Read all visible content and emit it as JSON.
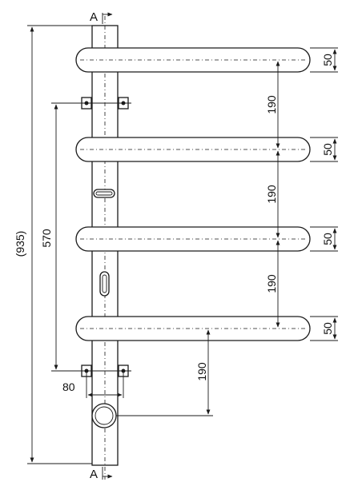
{
  "section_marks": {
    "top": "A",
    "bottom": "A"
  },
  "dimensions": {
    "overall_height": "(935)",
    "mount_spacing": "570",
    "mount_width": "80",
    "bar_spacing": [
      "190",
      "190",
      "190"
    ],
    "bar_diameters": [
      "50",
      "50",
      "50",
      "50"
    ],
    "bottom_bar_to_inlet": "190"
  },
  "colors": {
    "line": "#1a1a1a",
    "background": "#ffffff"
  }
}
